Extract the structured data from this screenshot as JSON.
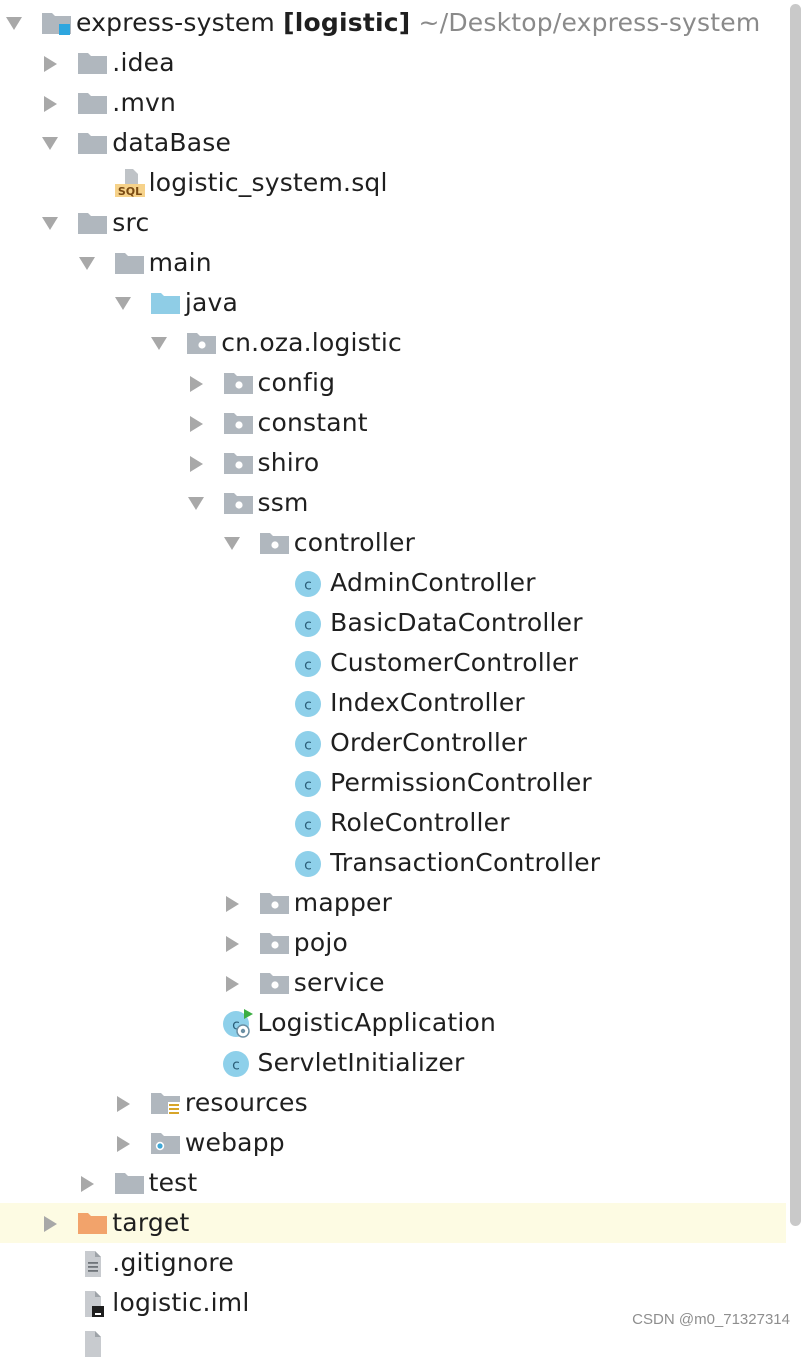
{
  "tree": {
    "root": {
      "name": "express-system",
      "module": "[logistic]",
      "path": "~/Desktop/express-system"
    },
    "rows": [
      {
        "label": "express-system",
        "depth": 0,
        "icon": "module-folder-icon",
        "arrow": "down"
      },
      {
        "label": ".idea",
        "depth": 1,
        "icon": "folder-icon",
        "arrow": "right"
      },
      {
        "label": ".mvn",
        "depth": 1,
        "icon": "folder-icon",
        "arrow": "right"
      },
      {
        "label": "dataBase",
        "depth": 1,
        "icon": "folder-icon",
        "arrow": "down"
      },
      {
        "label": "logistic_system.sql",
        "depth": 2,
        "icon": "sql-file-icon",
        "arrow": "none"
      },
      {
        "label": "src",
        "depth": 1,
        "icon": "folder-icon",
        "arrow": "down"
      },
      {
        "label": "main",
        "depth": 2,
        "icon": "folder-icon",
        "arrow": "down"
      },
      {
        "label": "java",
        "depth": 3,
        "icon": "source-folder-icon",
        "arrow": "down"
      },
      {
        "label": "cn.oza.logistic",
        "depth": 4,
        "icon": "package-icon",
        "arrow": "down"
      },
      {
        "label": "config",
        "depth": 5,
        "icon": "package-icon",
        "arrow": "right"
      },
      {
        "label": "constant",
        "depth": 5,
        "icon": "package-icon",
        "arrow": "right"
      },
      {
        "label": "shiro",
        "depth": 5,
        "icon": "package-icon",
        "arrow": "right"
      },
      {
        "label": "ssm",
        "depth": 5,
        "icon": "package-icon",
        "arrow": "down"
      },
      {
        "label": "controller",
        "depth": 6,
        "icon": "package-icon",
        "arrow": "down"
      },
      {
        "label": "AdminController",
        "depth": 7,
        "icon": "class-icon",
        "arrow": "none"
      },
      {
        "label": "BasicDataController",
        "depth": 7,
        "icon": "class-icon",
        "arrow": "none"
      },
      {
        "label": "CustomerController",
        "depth": 7,
        "icon": "class-icon",
        "arrow": "none"
      },
      {
        "label": "IndexController",
        "depth": 7,
        "icon": "class-icon",
        "arrow": "none"
      },
      {
        "label": "OrderController",
        "depth": 7,
        "icon": "class-icon",
        "arrow": "none"
      },
      {
        "label": "PermissionController",
        "depth": 7,
        "icon": "class-icon",
        "arrow": "none"
      },
      {
        "label": "RoleController",
        "depth": 7,
        "icon": "class-icon",
        "arrow": "none"
      },
      {
        "label": "TransactionController",
        "depth": 7,
        "icon": "class-icon",
        "arrow": "none"
      },
      {
        "label": "mapper",
        "depth": 6,
        "icon": "package-icon",
        "arrow": "right"
      },
      {
        "label": "pojo",
        "depth": 6,
        "icon": "package-icon",
        "arrow": "right"
      },
      {
        "label": "service",
        "depth": 6,
        "icon": "package-icon",
        "arrow": "right"
      },
      {
        "label": "LogisticApplication",
        "depth": 5,
        "icon": "spring-boot-class-icon",
        "arrow": "none"
      },
      {
        "label": "ServletInitializer",
        "depth": 5,
        "icon": "class-icon",
        "arrow": "none"
      },
      {
        "label": "resources",
        "depth": 3,
        "icon": "resources-folder-icon",
        "arrow": "right"
      },
      {
        "label": "webapp",
        "depth": 3,
        "icon": "web-folder-icon",
        "arrow": "right"
      },
      {
        "label": "test",
        "depth": 2,
        "icon": "folder-icon",
        "arrow": "right"
      },
      {
        "label": "target",
        "depth": 1,
        "icon": "excluded-folder-icon",
        "arrow": "right",
        "highlighted": true
      },
      {
        "label": ".gitignore",
        "depth": 1,
        "icon": "text-file-icon",
        "arrow": "none"
      },
      {
        "label": "logistic.iml",
        "depth": 1,
        "icon": "iml-file-icon",
        "arrow": "none"
      },
      {
        "label": "",
        "depth": 1,
        "icon": "file-icon",
        "arrow": "none"
      }
    ]
  },
  "colors": {
    "folder": "#b0b7be",
    "source_folder": "#8fcde6",
    "excluded_folder": "#f2a36b",
    "class_circle": "#8ed0ea",
    "class_letter": "#2b5e78",
    "highlight_row": "#fdfbe3",
    "arrow": "#a8a8a8"
  },
  "watermark": "CSDN @m0_71327314"
}
